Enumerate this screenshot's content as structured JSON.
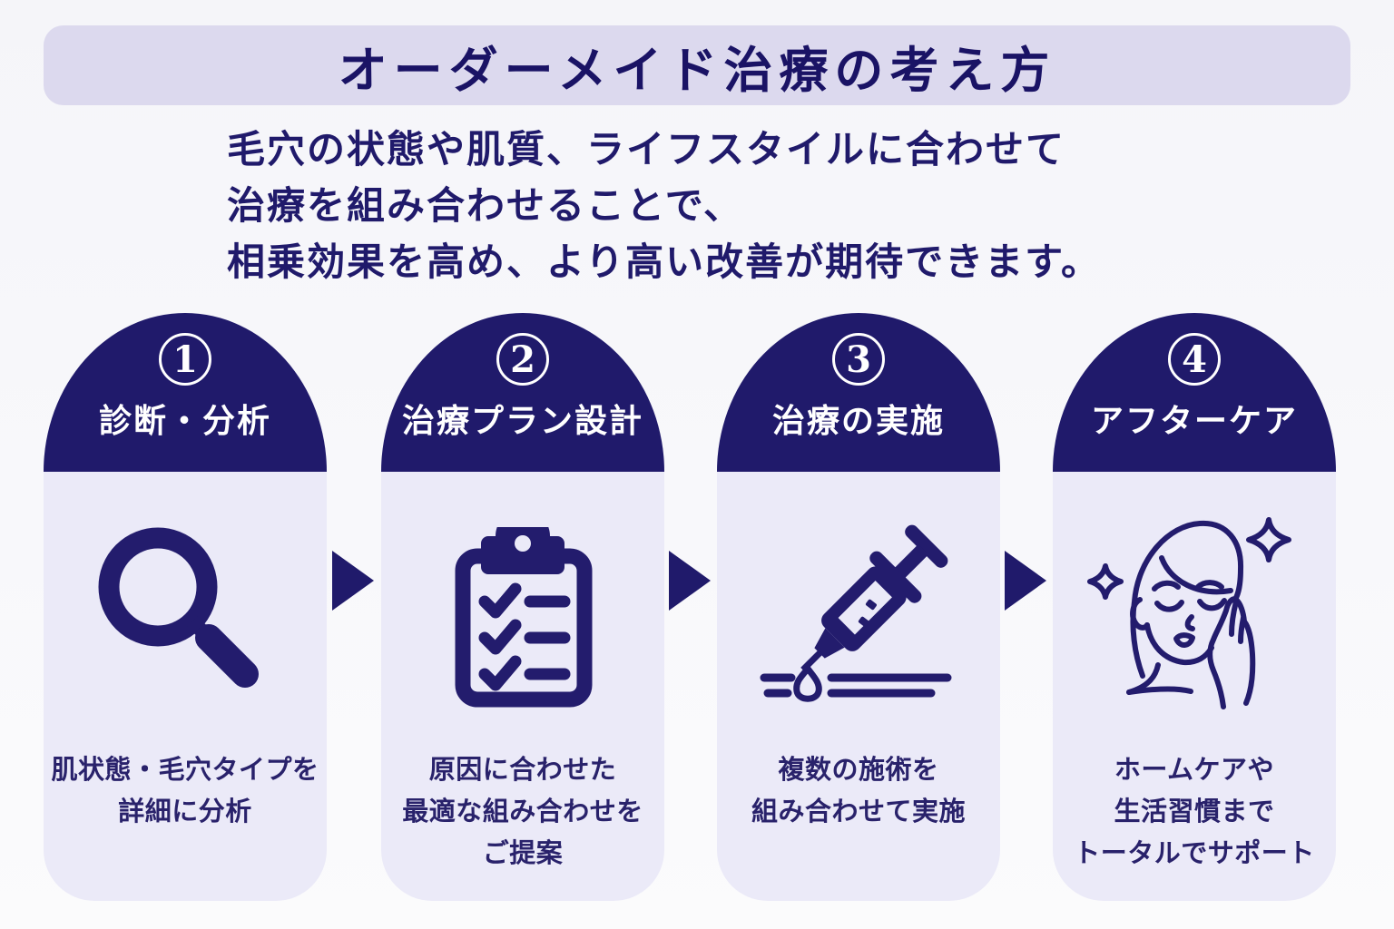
{
  "header": {
    "title": "オーダーメイド治療の考え方"
  },
  "intro": {
    "lines": [
      "毛穴の状態や肌質、ライフスタイルに合わせて",
      "治療を組み合わせることで、",
      "相乗効果を高め、より高い改善が期待できます。"
    ]
  },
  "steps": [
    {
      "number": "1",
      "title": "診断・分析",
      "icon": "magnifier-icon",
      "description_lines": [
        "肌状態・毛穴タイプを",
        "詳細に分析",
        ""
      ]
    },
    {
      "number": "2",
      "title": "治療プラン設計",
      "icon": "clipboard-checklist-icon",
      "description_lines": [
        "原因に合わせた",
        "最適な組み合わせを",
        "ご提案"
      ]
    },
    {
      "number": "3",
      "title": "治療の実施",
      "icon": "syringe-icon",
      "description_lines": [
        "複数の施術を",
        "組み合わせて実施",
        ""
      ]
    },
    {
      "number": "4",
      "title": "アフターケア",
      "icon": "face-care-icon",
      "description_lines": [
        "ホームケアや",
        "生活習慣まで",
        "トータルでサポート"
      ]
    }
  ],
  "colors": {
    "navy": "#201a6b",
    "icon_ink": "#231c6d",
    "card_bg": "#ebeaf8",
    "banner_bg": "#dcd9ee",
    "text_navy": "#29226b",
    "white": "#ffffff",
    "page_bg": "#f8f8fb"
  }
}
